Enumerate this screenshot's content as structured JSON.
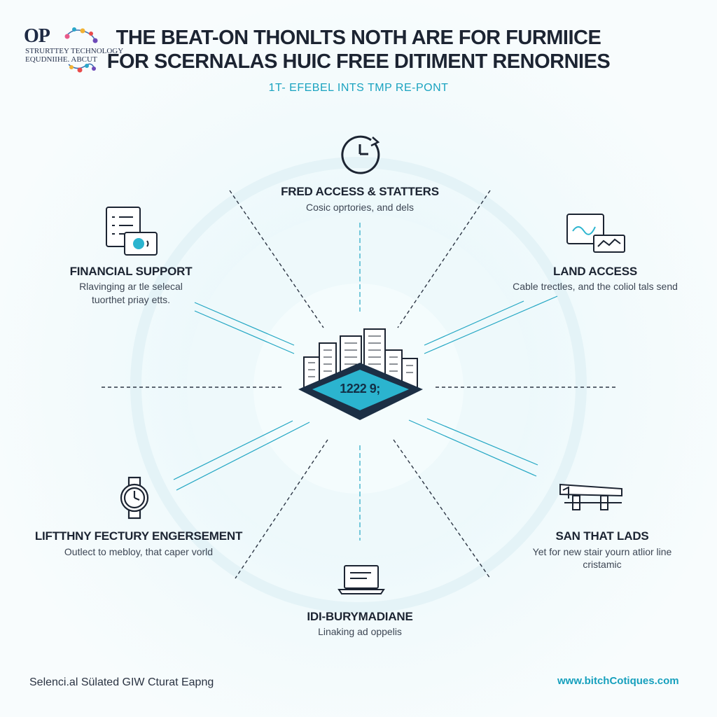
{
  "logo": {
    "mark": "OP",
    "line1": "STRURTTEY TECHNOLOGY",
    "line2": "EQUDNIIHE. ABCUT"
  },
  "header": {
    "title_line1": "THE BEAT-ON THONLTS NOTH ARE FOR FURMIICE",
    "title_line2": "FOR SCERNALAS HUIC FREE DITIMENT RENORNIES",
    "subtitle": "1T- EFEBEL INTS TMP RE-PONT"
  },
  "center": {
    "value": "1222 9;"
  },
  "nodes": {
    "top": {
      "title": "FRED ACCESS & STATTERS",
      "desc": "Cosic oprtories, and dels",
      "icon": "clock-icon"
    },
    "upper_left": {
      "title": "FINANCIAL SUPPORT",
      "desc_line1": "Rlavinging ar tle selecal",
      "desc_line2": "tuorthet priay etts.",
      "icon": "document-tablet-icon"
    },
    "upper_right": {
      "title": "LAND ACCESS",
      "desc": "Cable trectles, and the coliol tals send",
      "icon": "monitor-chart-icon"
    },
    "lower_left": {
      "title": "LIFTTHNY FECTURY ENGERSEMENT",
      "desc": "Outlect to mebloy, that caper vorld",
      "icon": "wristwatch-icon"
    },
    "lower_right": {
      "title": "SAN THAT LADS",
      "desc_line1": "Yet for new stair yourn atlior line",
      "desc_line2": "cristamic",
      "icon": "bridge-icon"
    },
    "bottom": {
      "title": "IDI-BURYMADIANE",
      "desc": "Linaking ad oppelis",
      "icon": "laptop-icon"
    }
  },
  "footer": {
    "left": "Selenci.al Sülated GIW Cturat Eapng",
    "right": "www.bitchCotiques.com"
  },
  "colors": {
    "accent": "#1aa3c0",
    "dark": "#1c2432",
    "center_fill": "#2bb4cf"
  }
}
